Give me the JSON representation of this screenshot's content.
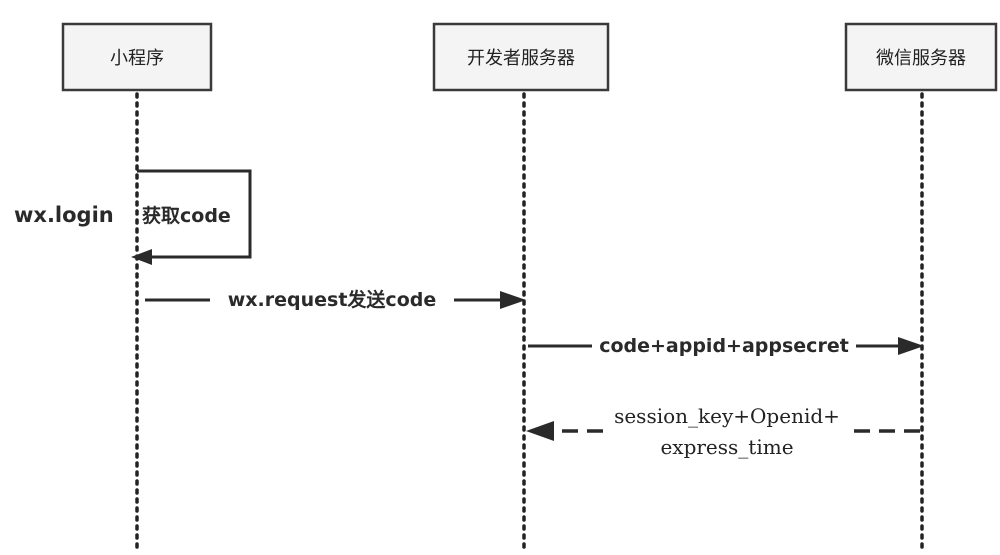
{
  "participants": {
    "mini_program": "小程序",
    "dev_server": "开发者服务器",
    "wechat_server": "微信服务器"
  },
  "messages": {
    "self_call_name": "wx.login",
    "self_call_label": "获取code",
    "request_label": "wx.request发送code",
    "credential_label": "code+appid+appsecret",
    "response_line1": "session_key+Openid+",
    "response_line2": "express_time"
  }
}
